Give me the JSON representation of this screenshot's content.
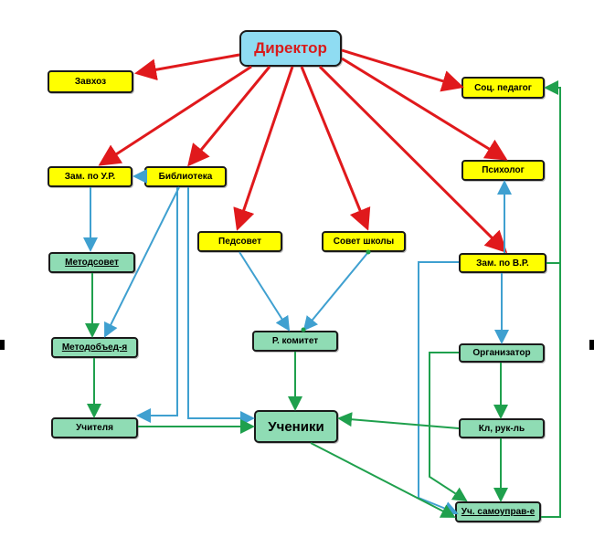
{
  "colors": {
    "director_arrow": "#e0191c",
    "blue_arrow": "#3fa0d0",
    "green_arrow": "#1fa04d",
    "yellow_box": "#ffff00",
    "green_box": "#8fdcb4",
    "director_box": "#8fdcf2"
  },
  "nodes": {
    "director": "Директор",
    "zavhoz": "Завхоз",
    "soc_pedagog": "Соц. педагог",
    "zam_ur": "Зам.   по У.Р.",
    "biblioteka": "Библиотека",
    "psiholog": "Психолог",
    "pedsovet": "Педсовет",
    "sovet_shkoly": "Совет школы",
    "zam_vr": "Зам. по В.Р.",
    "metodsovet": "Методсовет",
    "metodobed": "Методобъед-я",
    "r_komitet": "Р. комитет",
    "organizator": "Организатор",
    "uchitelya": "Учителя",
    "ucheniki": "Ученики",
    "kl_ruk": "Кл, рук-ль",
    "uch_samouprav": "Уч. самоуправ-е"
  }
}
